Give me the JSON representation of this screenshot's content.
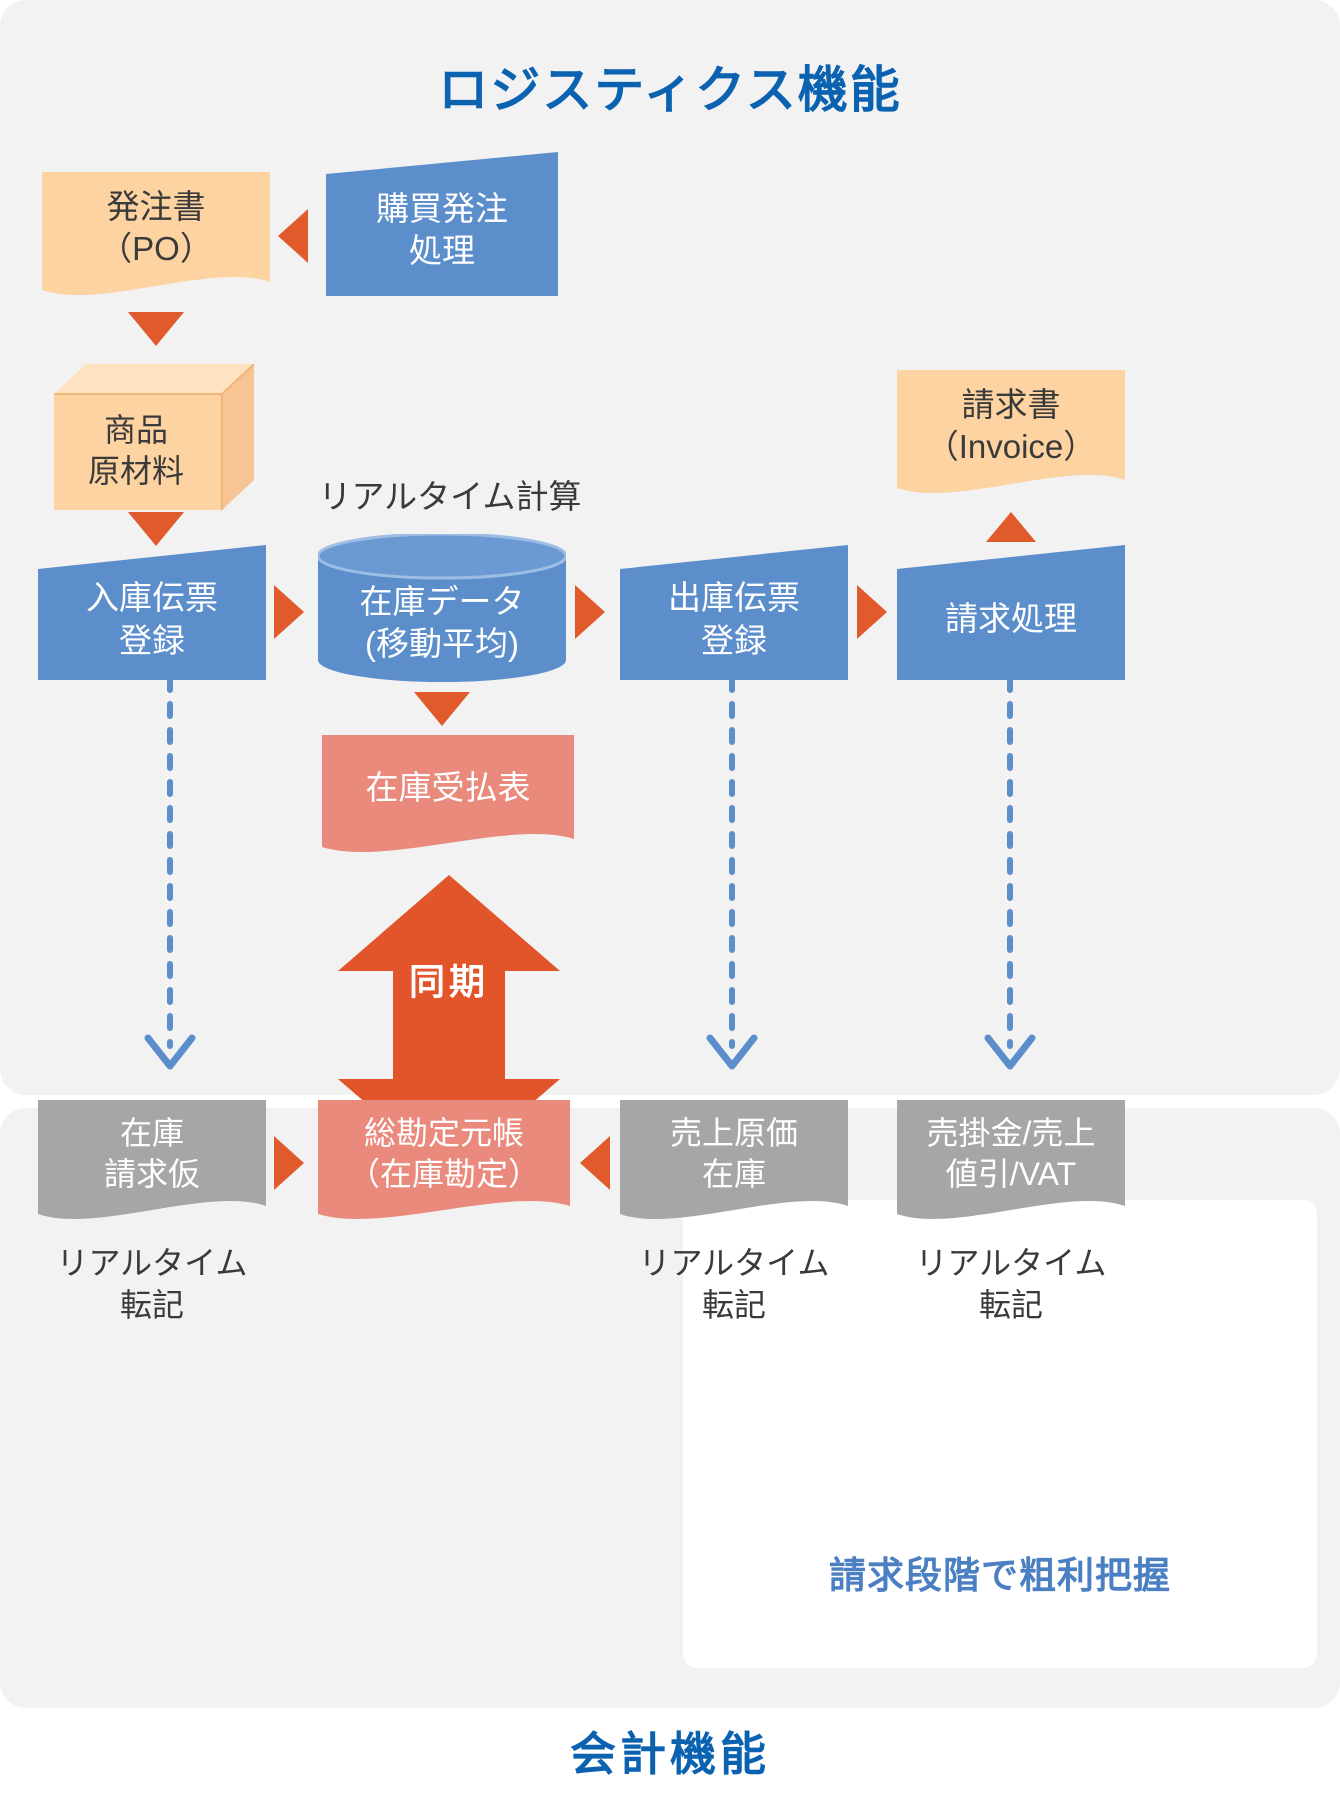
{
  "colors": {
    "panel_bg": "#f2f2f2",
    "title_blue": "#0a62b0",
    "process_blue": "#5b8ecb",
    "document_orange": "#fcd3a1",
    "arrow_orange": "#e05a2b",
    "report_red": "#e98a7d",
    "ledger_red": "#e98a7d",
    "gray_box": "#a6a6a6",
    "dashed_blue": "#5b8ecb",
    "gross_label_blue": "#4a7fc1",
    "white": "#ffffff"
  },
  "titles": {
    "logistics": "ロジスティクス機能",
    "accounting": "会計機能"
  },
  "logistics": {
    "purchase_order_doc": "発注書\n（PO）",
    "purchase_process": "購買発注\n処理",
    "goods_box": "商品\n原材料",
    "goods_receipt": "入庫伝票\n登録",
    "realtime_calc_label": "リアルタイム計算",
    "inventory_data": "在庫データ\n(移動平均)",
    "goods_issue": "出庫伝票\n登録",
    "billing_process": "請求処理",
    "invoice_doc": "請求書\n（Invoice）",
    "inventory_report": "在庫受払表"
  },
  "sync": {
    "label": "同期"
  },
  "accounting": {
    "boxes": [
      {
        "name": "inventory-billing-provisional",
        "text": "在庫\n請求仮",
        "note": "リアルタイム\n転記",
        "color": "#a6a6a6"
      },
      {
        "name": "general-ledger",
        "text": "総勘定元帳\n（在庫勘定）",
        "note": "",
        "color": "#e98a7d"
      },
      {
        "name": "cogs-inventory",
        "text": "売上原価\n在庫",
        "note": "リアルタイム\n転記",
        "color": "#a6a6a6"
      },
      {
        "name": "ar-discount-vat",
        "text": "売掛金/売上\n値引/VAT",
        "note": "リアルタイム\n転記",
        "color": "#a6a6a6"
      }
    ],
    "gross_profit_label": "請求段階で粗利把握"
  }
}
